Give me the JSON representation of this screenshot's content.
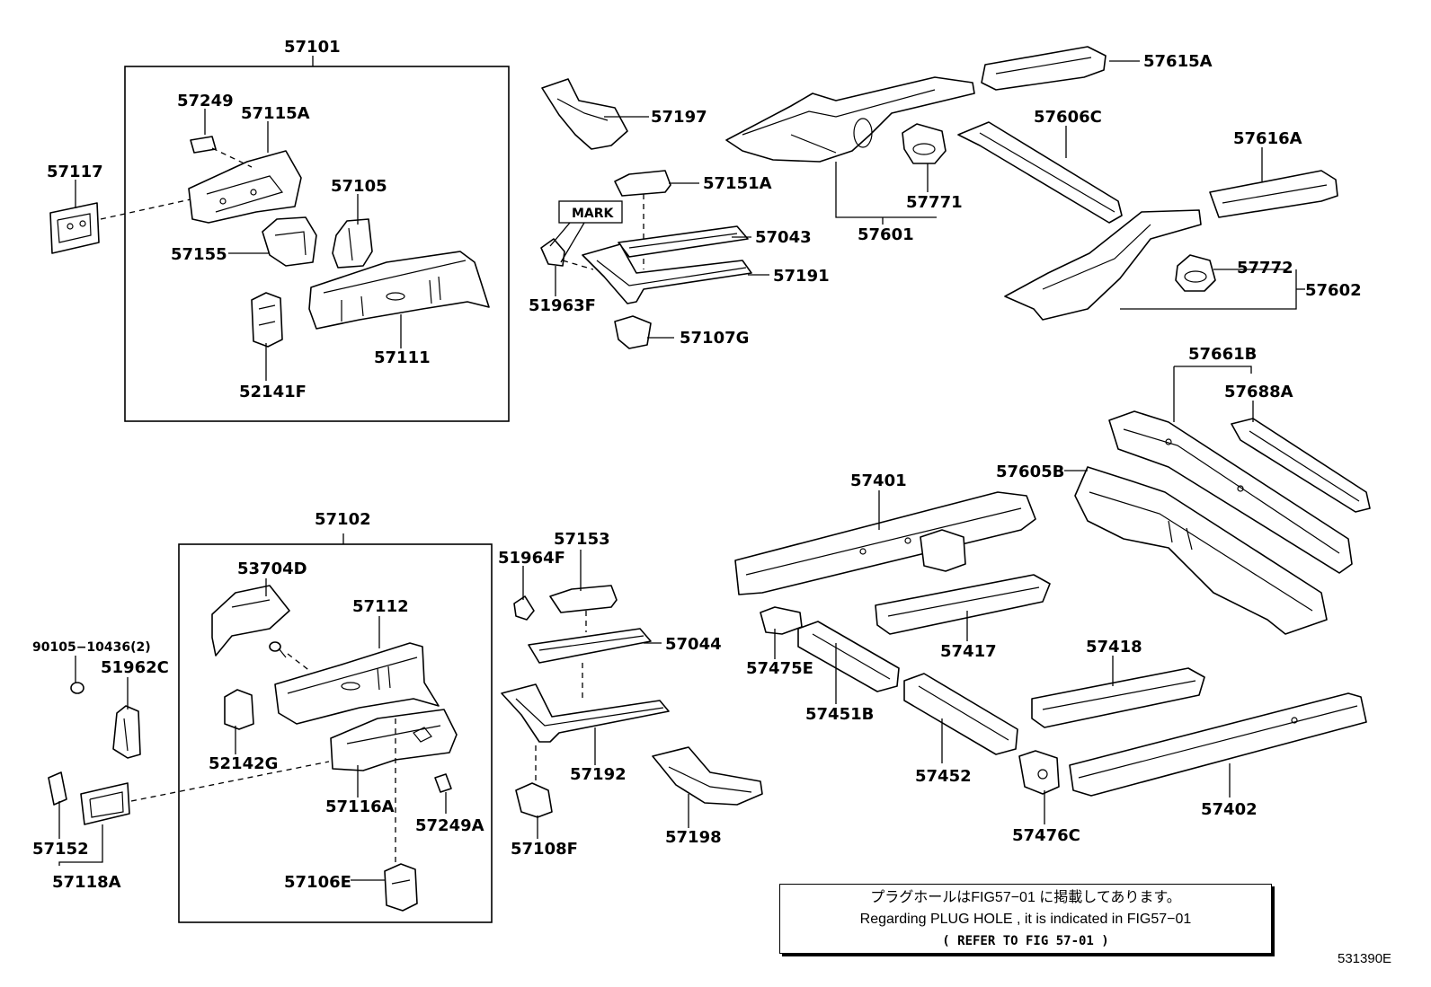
{
  "labels": {
    "57101": "57101",
    "57249": "57249",
    "57115A": "57115A",
    "57117": "57117",
    "57105": "57105",
    "57155": "57155",
    "57111": "57111",
    "52141F": "52141F",
    "57197": "57197",
    "57151A": "57151A",
    "MARK": "MARK",
    "57043": "57043",
    "57191": "57191",
    "51963F": "51963F",
    "57107G": "57107G",
    "57615A": "57615A",
    "57606C": "57606C",
    "57616A": "57616A",
    "57771": "57771",
    "57601": "57601",
    "57772": "57772",
    "57602": "57602",
    "57661B": "57661B",
    "57688A": "57688A",
    "57605B": "57605B",
    "57401": "57401",
    "57417": "57417",
    "57475E": "57475E",
    "57451B": "57451B",
    "57418": "57418",
    "57452": "57452",
    "57476C": "57476C",
    "57402": "57402",
    "57102": "57102",
    "57153": "57153",
    "51964F": "51964F",
    "53704D": "53704D",
    "57112": "57112",
    "90105-10436(2)": "90105−10436(2)",
    "51962C": "51962C",
    "57044": "57044",
    "52142G": "52142G",
    "57192": "57192",
    "57116A": "57116A",
    "57249A": "57249A",
    "57198": "57198",
    "57152": "57152",
    "57108F": "57108F",
    "57118A": "57118A",
    "57106E": "57106E"
  },
  "note": {
    "line1": "プラグホールはFIG57−01 に掲載してあります。",
    "line2": "Regarding PLUG HOLE , it is indicated in FIG57−01",
    "line3": "(   REFER TO FIG 57-01  )"
  },
  "figure_id": "531390E"
}
